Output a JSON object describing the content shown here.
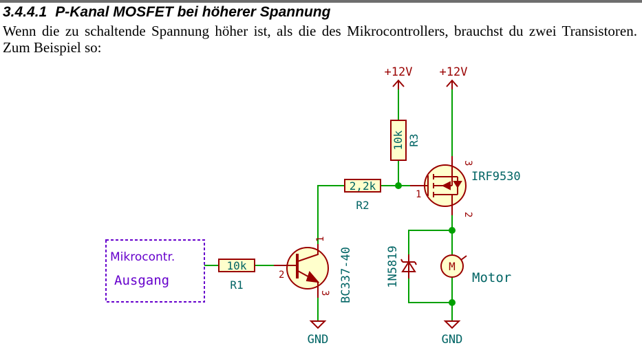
{
  "section": {
    "number": "3.4.4.1",
    "title": "P-Kanal MOSFET bei höherer Spannung"
  },
  "paragraph": "Wenn die zu schaltende Spannung höher ist, als die des Mikrocontrollers, brauchst du zwei Transistoren. Zum Beispiel so:",
  "schematic": {
    "colors": {
      "wire": "#00a000",
      "component": "#990000",
      "label": "#006464",
      "pin": "#990000",
      "junction": "#00a000",
      "sheet": "#6600cc"
    },
    "power": {
      "vcc_left": "+12V",
      "vcc_right": "+12V",
      "gnd_left": "GND",
      "gnd_right": "GND"
    },
    "r3": {
      "value": "10k",
      "ref": "R3"
    },
    "r2": {
      "value": "2,2k",
      "ref": "R2"
    },
    "r1": {
      "value": "10k",
      "ref": "R1"
    },
    "q2": {
      "name": "IRF9530",
      "pin_gate": "1",
      "pin_drain": "2",
      "pin_source": "3"
    },
    "q1": {
      "name": "BC337-40",
      "pin_collector": "1",
      "pin_base": "2",
      "pin_emitter": "3"
    },
    "d1": {
      "name": "1N5819"
    },
    "motor": {
      "symbol": "M",
      "name": "Motor"
    },
    "source_box": {
      "line1": "Mikrocontr.",
      "line2": "Ausgang"
    }
  }
}
